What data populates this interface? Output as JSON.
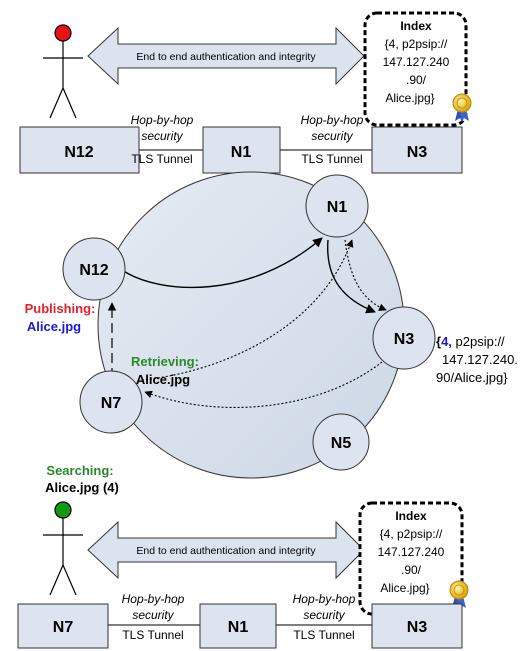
{
  "top_section": {
    "arrow_label": "End to end authentication and integrity",
    "index": {
      "title": "Index",
      "lines": [
        "{4, p2psip://",
        "147.127.240",
        ".90/",
        "Alice.jpg}"
      ]
    },
    "nodes": [
      "N12",
      "N1",
      "N3"
    ],
    "links": [
      {
        "line1": "Hop-by-hop",
        "line2": "security",
        "line3": "TLS Tunnel"
      },
      {
        "line1": "Hop-by-hop",
        "line2": "security",
        "line3": "TLS Tunnel"
      }
    ],
    "user_head_color": "#ee1111"
  },
  "ring": {
    "nodes": {
      "n1": "N1",
      "n12": "N12",
      "n3": "N3",
      "n7": "N7",
      "n5": "N5"
    },
    "publishing": {
      "label": "Publishing:",
      "file": "Alice.jpg"
    },
    "retrieving": {
      "label": "Retrieving:",
      "file": "Alice.jpg"
    },
    "searching": {
      "label": "Searching:",
      "file": "Alice.jpg (4)"
    },
    "stored_index": {
      "open": "{",
      "key": "4,",
      "line1_rest": " p2psip://",
      "line2": "147.127.240.",
      "line3": "90/Alice.jpg}"
    }
  },
  "bottom_section": {
    "arrow_label": "End to end authentication and integrity",
    "index": {
      "title": "Index",
      "lines": [
        "{4, p2psip://",
        "147.127.240",
        ".90/",
        "Alice.jpg}"
      ]
    },
    "nodes": [
      "N7",
      "N1",
      "N3"
    ],
    "links": [
      {
        "line1": "Hop-by-hop",
        "line2": "security",
        "line3": "TLS Tunnel"
      },
      {
        "line1": "Hop-by-hop",
        "line2": "security",
        "line3": "TLS Tunnel"
      }
    ],
    "user_head_color": "#119911"
  },
  "colors": {
    "publishing": "#e8202a",
    "file_blue": "#1a1ad0",
    "retrieving": "#2a8a2a",
    "searching": "#2a8a2a",
    "node_fill": "#dde4ef",
    "arrow_fill": "#dbe3ef"
  }
}
